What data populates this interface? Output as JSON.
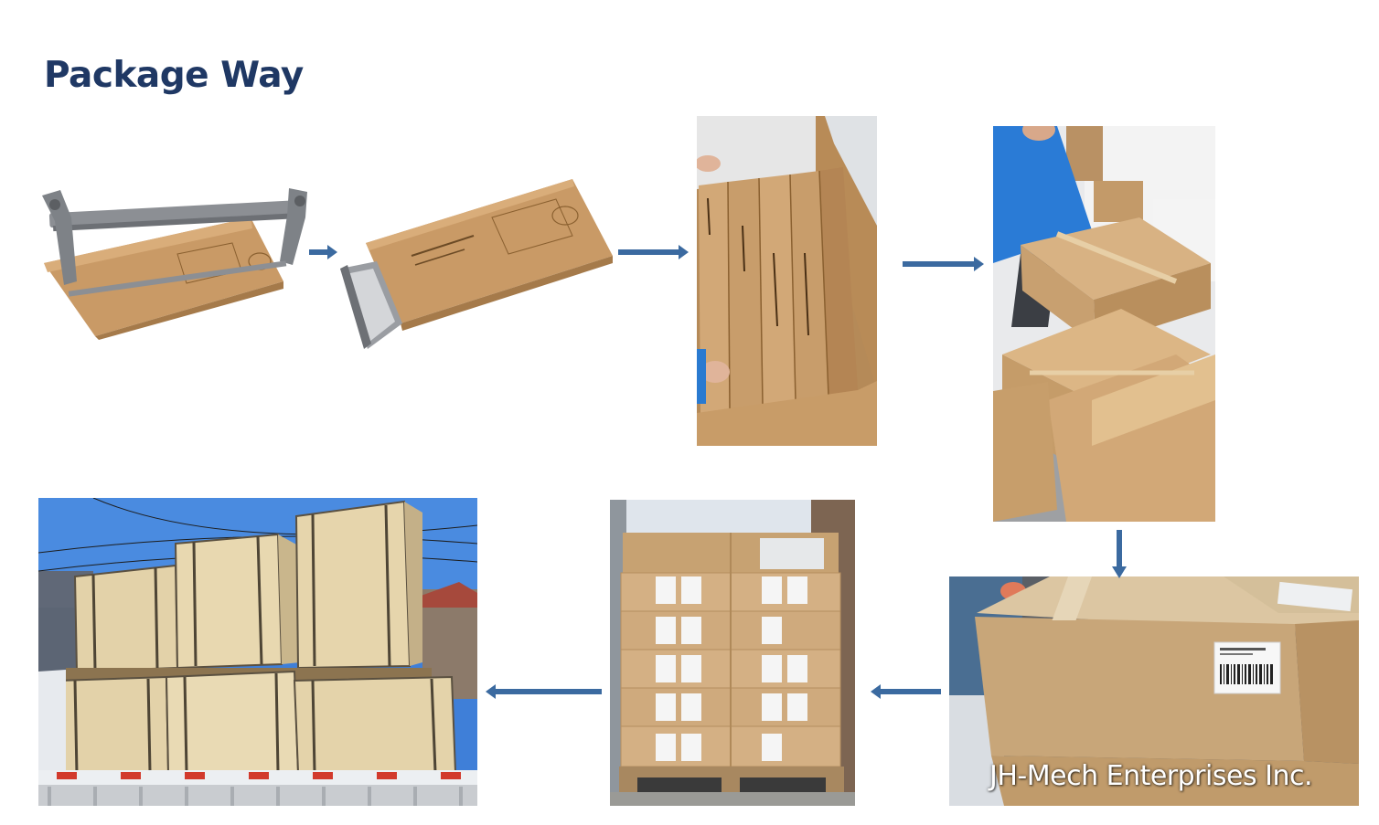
{
  "slide": {
    "title": "Package Way",
    "watermark": "JH-Mech Enterprises Inc."
  },
  "steps": [
    {
      "name": "dispenser-product-photo",
      "icon": "paper-dispenser-on-box"
    },
    {
      "name": "dispenser-in-single-box-photo",
      "icon": "dispenser-sliding-into-box"
    },
    {
      "name": "boxes-in-master-carton-photo",
      "icon": "four-boxes-in-carton"
    },
    {
      "name": "sealing-master-cartons-photo",
      "icon": "worker-taping-cartons"
    },
    {
      "name": "labeled-carton-photo",
      "icon": "carton-with-shipping-label"
    },
    {
      "name": "palletized-cartons-photo",
      "icon": "cartons-on-pallet"
    },
    {
      "name": "wooden-crates-on-truck-photo",
      "icon": "wooden-crates-loaded-on-truck"
    }
  ],
  "colors": {
    "title": "#1f3864",
    "arrow": "#3b6aa0",
    "cardboard": "#c9a57a",
    "plywood": "#e3d2a9"
  }
}
